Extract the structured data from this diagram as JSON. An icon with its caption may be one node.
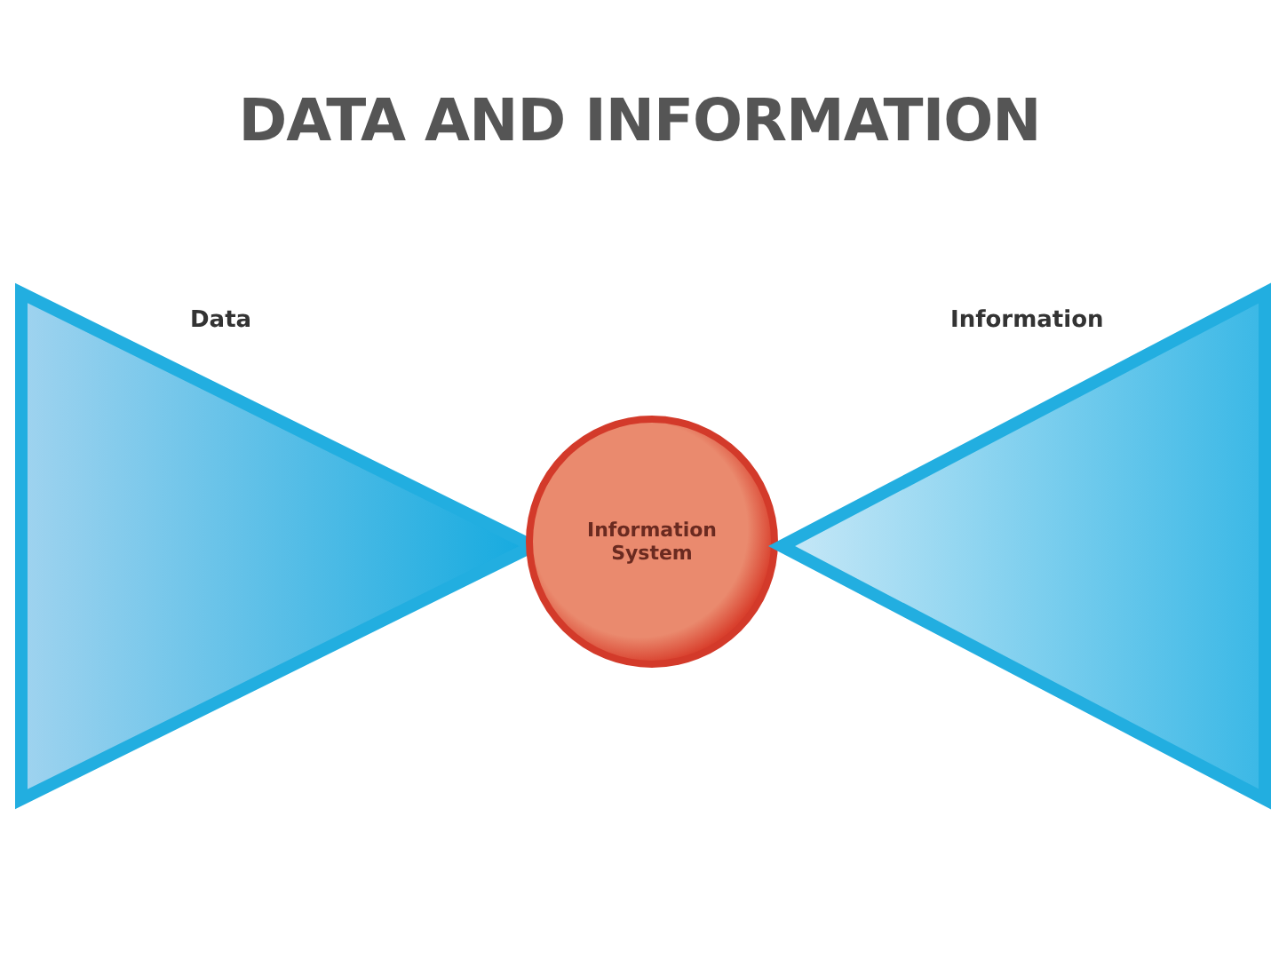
{
  "diagram": {
    "title": "DATA AND INFORMATION",
    "nodes": [
      {
        "text": [
          "Data"
        ]
      },
      {
        "text": [
          "Information System"
        ]
      },
      {
        "text": [
          "Information"
        ]
      }
    ]
  }
}
